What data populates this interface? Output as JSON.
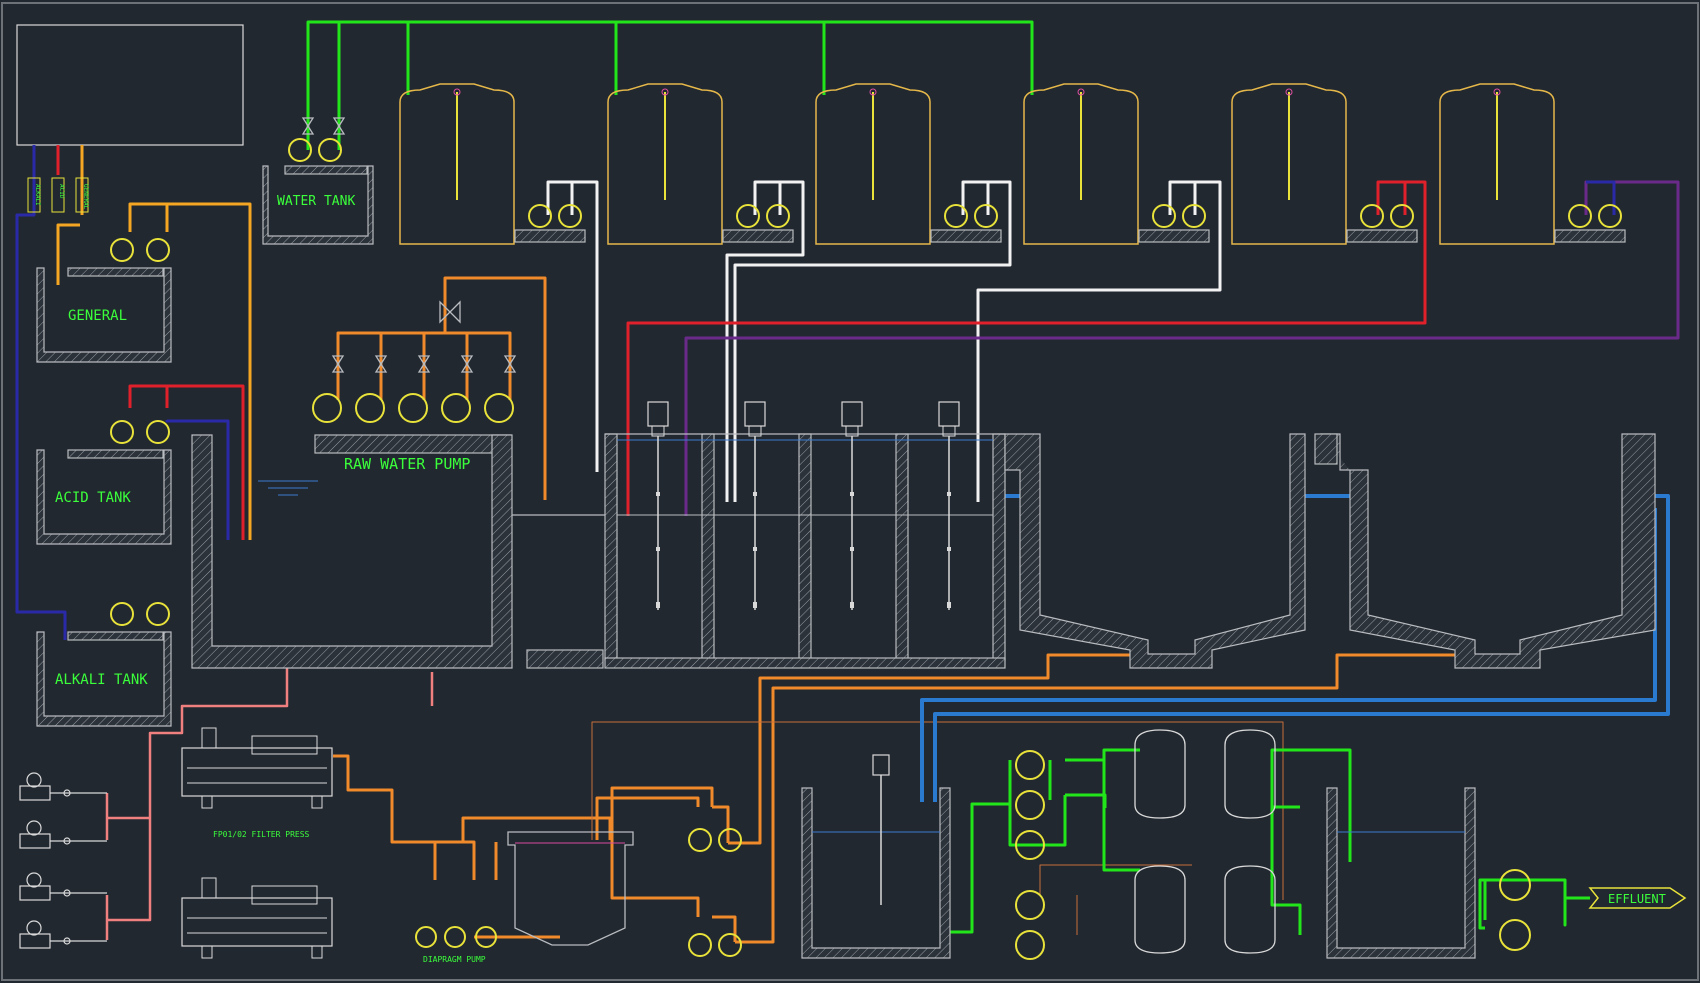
{
  "labels": {
    "water_tank": "WATER TANK",
    "general": "GENERAL",
    "acid_tank": "ACID TANK",
    "alkali_tank": "ALKALI TANK",
    "raw_water_pump": "RAW WATER PUMP",
    "filter_press": "FP01/02 FILTER PRESS",
    "diaphragm_pump": "DIAPRAGM PUMP",
    "effluent": "EFFLUENT",
    "tag_alkali": "ALKALI",
    "tag_acid": "ACID",
    "tag_general": "GENERAL"
  },
  "colors": {
    "background": "#212830",
    "green_line": "#22e61a",
    "white_line": "#f2f2f2",
    "red_line": "#e0202a",
    "purple_line": "#6a2a8a",
    "orange_line": "#f08a2a",
    "amber_line": "#f5a623",
    "blue_line": "#2a7ad0",
    "navy_line": "#2a2aa8",
    "pink_line": "#f08080",
    "tank_outline": "#e6b84a",
    "pump_outline": "#e8e23a",
    "wall_outline": "#b9bcc0",
    "label_text": "#3bff3b"
  },
  "icons": [
    "pump-icon",
    "valve-icon",
    "agitator-icon",
    "storage-tank-icon",
    "filter-press-icon",
    "dosing-pump-icon",
    "pressure-vessel-icon"
  ]
}
